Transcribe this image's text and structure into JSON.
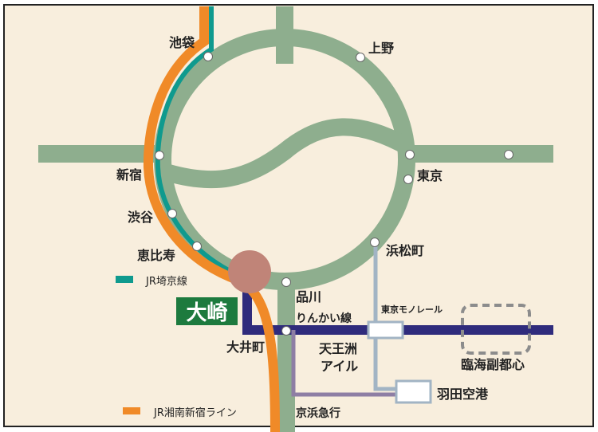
{
  "colors": {
    "background": "#f8eedd",
    "border": "#222222",
    "jr_green": "#8eae8e",
    "saikyo": "#0f9a8e",
    "shonan": "#f08a28",
    "rinkai": "#2f2b7c",
    "keikyu": "#8e7ea4",
    "monorail": "#a2b4c4",
    "osaki_circle": "#c08478",
    "osaki_label_bg": "#1d7a3e",
    "osaki_label_text": "#ffffff",
    "station_dot": "#ffffff",
    "subcenter_dash": "#8c8c8c"
  },
  "stations": {
    "ikebukuro": "池袋",
    "ueno": "上野",
    "shinjuku": "新宿",
    "tokyo": "東京",
    "shibuya": "渋谷",
    "hamamatsucho": "浜松町",
    "ebisu": "恵比寿",
    "shinagawa": "品川",
    "oimachi": "大井町",
    "tennozu_line1": "天王洲",
    "tennozu_line2": "アイル",
    "haneda": "羽田空港",
    "rinkai_subcenter": "臨海副都心"
  },
  "highlight": {
    "osaki": "大崎"
  },
  "lines": {
    "rinkai": "りんかい線",
    "monorail": "東京モノレール",
    "keikyu": "京浜急行"
  },
  "legend": {
    "saikyo": "JR埼京線",
    "shonan": "JR湘南新宿ライン"
  }
}
